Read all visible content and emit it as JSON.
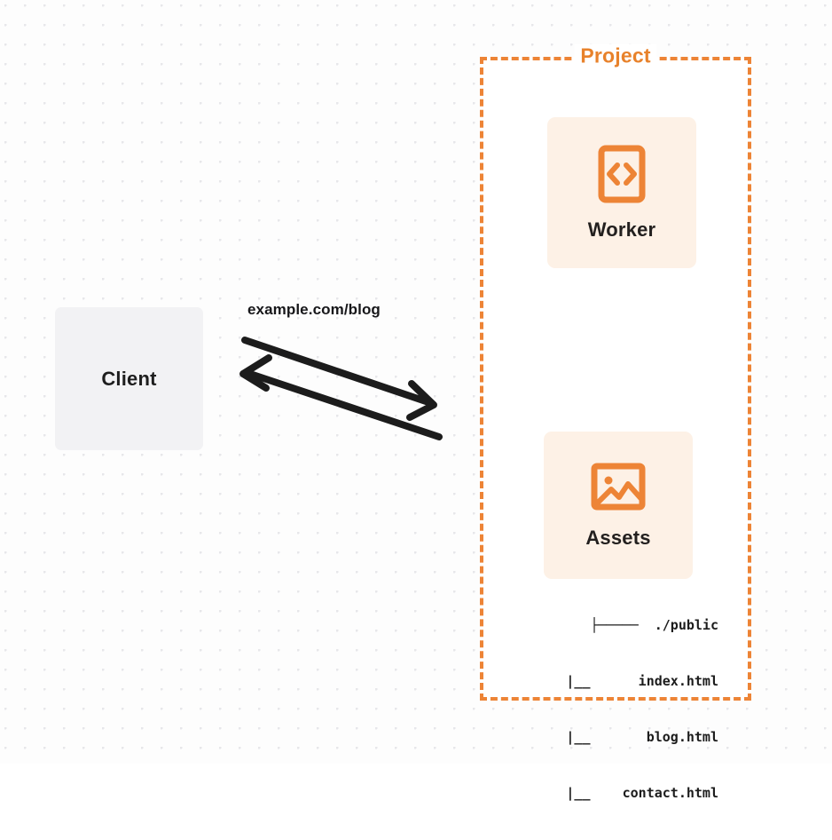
{
  "diagram": {
    "title": "Client to Project (Worker and Assets) request flow",
    "colors": {
      "accent_orange": "#ed8436",
      "title_orange": "#e8822b",
      "card_background": "#fdf1e6",
      "client_background": "#f2f2f4",
      "text_dark": "#1e1e1e",
      "canvas_background": "#fdfdfd",
      "dot_grid": "#e7e7ea"
    }
  },
  "client": {
    "label": "Client",
    "icon": "box-icon"
  },
  "connection": {
    "request_label": "example.com/blog",
    "request_arrow": {
      "icon": "arrow-right-icon",
      "direction": "client-to-project"
    },
    "response_arrow": {
      "icon": "arrow-left-icon",
      "direction": "project-to-client"
    }
  },
  "project": {
    "title": "Project",
    "border_style": "dashed",
    "services": [
      {
        "label": "Worker",
        "icon": "code-brackets-icon"
      },
      {
        "label": "Assets",
        "icon": "image-icon"
      }
    ]
  },
  "file_tree": {
    "lines": [
      "├─────  ./public",
      "|__      index.html",
      "|__       blog.html",
      "|__    contact.html"
    ],
    "root": "./public",
    "files": [
      "index.html",
      "blog.html",
      "contact.html"
    ]
  }
}
